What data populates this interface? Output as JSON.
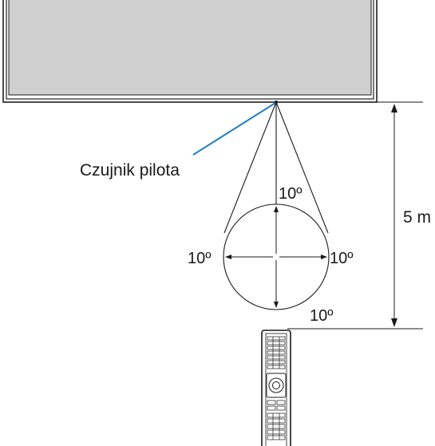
{
  "labels": {
    "sensor": "Czujnik pilota",
    "distance": "5 m",
    "angle_top": "10º",
    "angle_left": "10º",
    "angle_right": "10º",
    "angle_bottom": "10º"
  },
  "colors": {
    "display_fill": "#cfcfcf",
    "display_frame": "#1f1f1f",
    "sensor_leader": "#1e7fc2",
    "lines": "#1a1a1a"
  },
  "icons": {
    "display": "monitor-bottom-edge-icon",
    "remote": "remote-control-icon"
  }
}
